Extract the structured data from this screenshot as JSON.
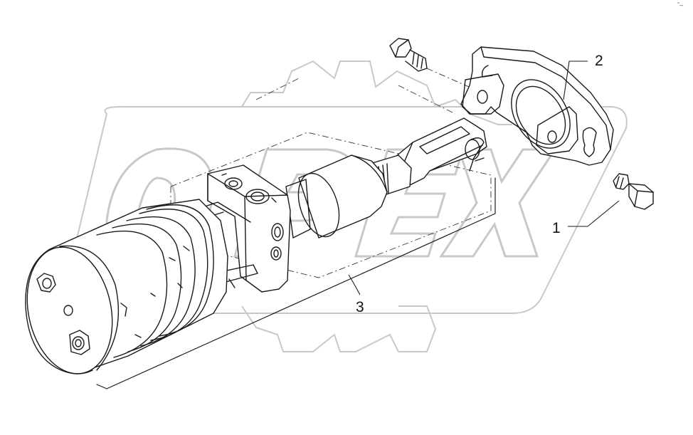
{
  "diagram": {
    "watermark_text": "OPEX",
    "corner_mark": "˜–",
    "callouts": [
      {
        "id": "1",
        "label": "1"
      },
      {
        "id": "2",
        "label": "2"
      },
      {
        "id": "3",
        "label": "3"
      }
    ],
    "colors": {
      "line": "#1a1a1a",
      "watermark": "#c8c8c8",
      "background": "#ffffff"
    }
  }
}
